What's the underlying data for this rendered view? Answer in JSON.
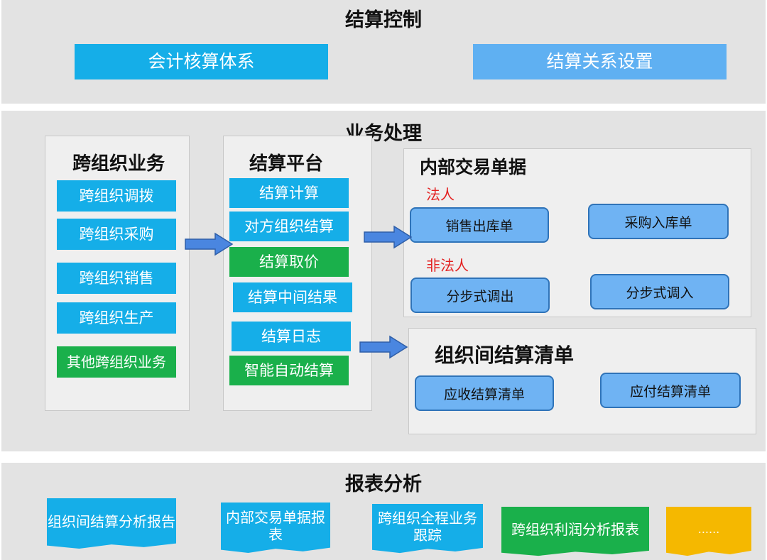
{
  "settlement_control": {
    "title": "结算控制",
    "accounting_system": "会计核算体系",
    "settlement_relation": "结算关系设置"
  },
  "business_processing": {
    "title": "业务处理",
    "cross_org": {
      "title": "跨组织业务",
      "items": [
        "跨组织调拨",
        "跨组织采购",
        "跨组织销售",
        "跨组织生产",
        "其他跨组织业务"
      ]
    },
    "platform": {
      "title": "结算平台",
      "items": [
        "结算计算",
        "对方组织结算",
        "结算取价",
        "结算中间结果",
        "结算日志",
        "智能自动结算"
      ]
    },
    "internal_docs": {
      "title": "内部交易单据",
      "legal_label": "法人",
      "non_legal_label": "非法人",
      "sales_out": "销售出库单",
      "purchase_in": "采购入库单",
      "step_out": "分步式调出",
      "step_in": "分步式调入"
    },
    "statement": {
      "title": "组织间结算清单",
      "receivable": "应收结算清单",
      "payable": "应付结算清单"
    }
  },
  "report_analysis": {
    "title": "报表分析",
    "items": [
      "组织间结算分析报告",
      "内部交易单据报表",
      "跨组织全程业务跟踪",
      "跨组织利润分析报表",
      "......"
    ]
  },
  "colors": {
    "band": "#e3e3e3",
    "cyan": "#15aee8",
    "light_blue": "#5fb0f2",
    "green": "#1ab04b",
    "yellow": "#f5b800",
    "arrow": "#4a86e0",
    "red_label": "#e32020"
  }
}
